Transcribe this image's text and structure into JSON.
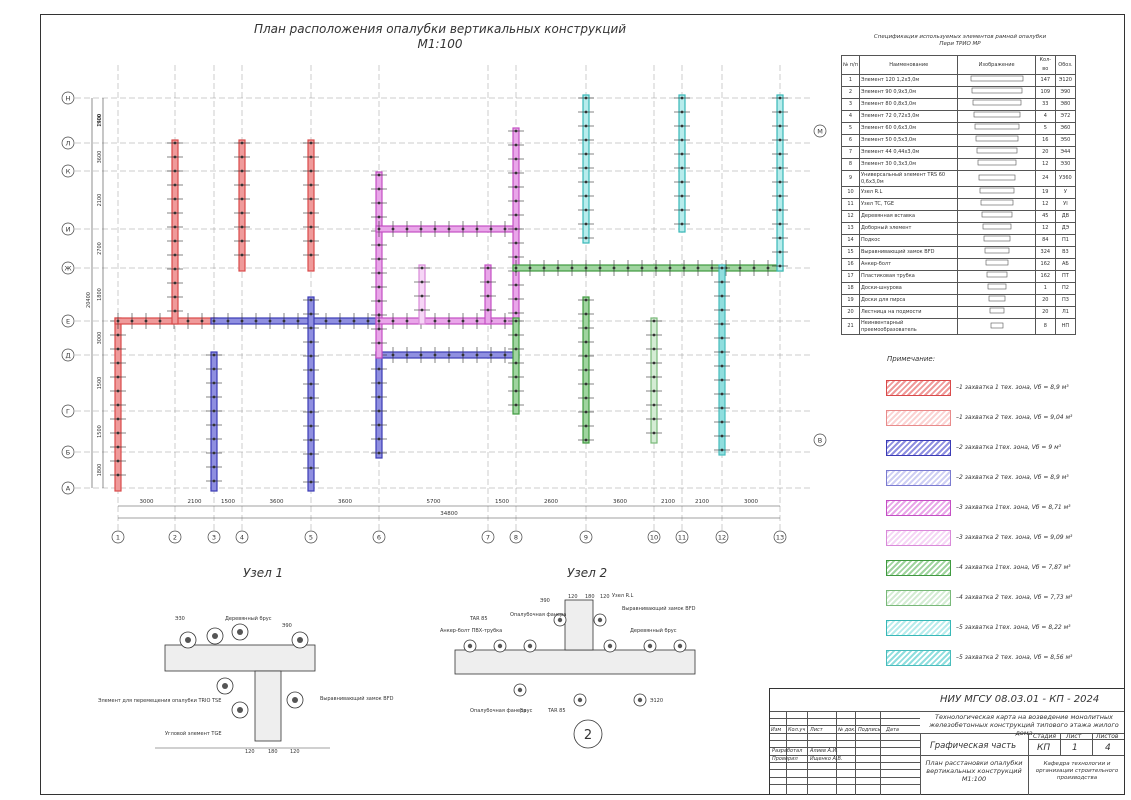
{
  "title": {
    "line1": "План расположения опалубки вертикальных конструкций",
    "line2": "М1:100"
  },
  "spec": {
    "title_line1": "Спецификация используемых элементов рамной опалубки",
    "title_line2": "Пери ТРИО МР",
    "headers": [
      "№ п/п",
      "Наименование",
      "Изображение",
      "Кол-во",
      "Обоз."
    ],
    "rows": [
      [
        "1",
        "Элемент 120 1,2х3,0м",
        "",
        "147",
        "Э120"
      ],
      [
        "2",
        "Элемент 90 0,9х3,0м",
        "",
        "109",
        "Э90"
      ],
      [
        "3",
        "Элемент 80 0,8х3,0м",
        "",
        "33",
        "Э80"
      ],
      [
        "4",
        "Элемент 72 0,72х3,0м",
        "",
        "4",
        "Э72"
      ],
      [
        "5",
        "Элемент 60 0,6х3,0м",
        "",
        "5",
        "Э60"
      ],
      [
        "6",
        "Элемент 50 0,5х3,0м",
        "",
        "16",
        "Э50"
      ],
      [
        "7",
        "Элемент 44 0,44х3,0м",
        "",
        "20",
        "Э44"
      ],
      [
        "8",
        "Элемент 30 0,3х3,0м",
        "",
        "12",
        "Э30"
      ],
      [
        "9",
        "Универсальный элемент TRS 60 0,6х3,0м",
        "",
        "24",
        "У360"
      ],
      [
        "10",
        "Узел R.L",
        "",
        "19",
        "У"
      ],
      [
        "11",
        "Узел TC, TGE",
        "",
        "12",
        "УI"
      ],
      [
        "12",
        "Деревянная вставка",
        "",
        "45",
        "ДВ"
      ],
      [
        "13",
        "Доборный элемент",
        "",
        "12",
        "ДЭ"
      ],
      [
        "14",
        "Подкос",
        "",
        "84",
        "П1"
      ],
      [
        "15",
        "Выравнивающий замок BFD",
        "",
        "324",
        "В3"
      ],
      [
        "16",
        "Анкер-болт",
        "",
        "162",
        "АБ"
      ],
      [
        "17",
        "Пластиковая трубка",
        "",
        "162",
        "ПТ"
      ],
      [
        "18",
        "Доски-шнурова",
        "",
        "1",
        "П2"
      ],
      [
        "19",
        "Доски для пирса",
        "",
        "20",
        "П3"
      ],
      [
        "20",
        "Лестница на подмости",
        "",
        "20",
        "Л1"
      ],
      [
        "21",
        "Неинвентарный преемообразователь",
        "",
        "8",
        "НП"
      ]
    ]
  },
  "note": {
    "title": "Примечание:"
  },
  "legend": [
    {
      "text": "–1 захватка 1 тех. зона, Vб = 8,9 м³",
      "color": "#d94a4a",
      "fill": "#ef9a9a"
    },
    {
      "text": "–1 захватка 2 тех. зона, Vб = 9,04 м³",
      "color": "#e88b8b",
      "fill": "#fbd3d3"
    },
    {
      "text": "–2 захватка 1тех. зона, Vб = 9 м³",
      "color": "#3b3bb5",
      "fill": "#8f8fe0"
    },
    {
      "text": "–2 захватка 2 тех. зона, Vб = 8,9 м³",
      "color": "#7b7bd0",
      "fill": "#cfcff4"
    },
    {
      "text": "–3 захватка 1тех. зона, Vб = 8,71 м³",
      "color": "#c44fc4",
      "fill": "#e9a6e9"
    },
    {
      "text": "–3 захватка 2 тех. зона, Vб = 9,09 м³",
      "color": "#d98ad9",
      "fill": "#f6d6f6"
    },
    {
      "text": "–4 захватка 1тех. зона, Vб = 7,87 м³",
      "color": "#3f9a3f",
      "fill": "#9fd49f"
    },
    {
      "text": "–4 захватка 2 тех. зона, Vб = 7,73 м³",
      "color": "#79b979",
      "fill": "#d4ecd4"
    },
    {
      "text": "–5 захватка 1тех. зона, Vб = 8,22 м³",
      "color": "#38b8b8",
      "fill": "#b7ecec"
    },
    {
      "text": "–5 захватка 2 тех. зона, Vб = 8,56 м³",
      "color": "#48bcbc",
      "fill": "#8fdede"
    }
  ],
  "axes": {
    "cols": [
      "1",
      "2",
      "3",
      "4",
      "5",
      "6",
      "7",
      "8",
      "9",
      "10",
      "11",
      "12",
      "13"
    ],
    "rows": [
      "Н",
      "Л",
      "К",
      "И",
      "Ж",
      "Е",
      "Д",
      "Г",
      "Б",
      "А"
    ],
    "rows_right": [
      "М",
      "В"
    ],
    "spans": [
      "3000",
      "2100",
      "1500",
      "3600",
      "3600",
      "5700",
      "1500",
      "2600",
      "3600",
      "2100",
      "2100",
      "3000"
    ],
    "total": "34800",
    "row_dims": [
      "2400",
      "1500",
      "3600",
      "2100",
      "2700",
      "1800",
      "3000",
      "1500",
      "1500",
      "1800"
    ],
    "total_v": "20400"
  },
  "nodes": {
    "node1": "Узел 1",
    "node2": "Узел 2",
    "circle": "2"
  },
  "node1_labels": [
    "Э30",
    "Деревянный брус",
    "Э90",
    "Элемент для перемещения опалубки TRIO TSE",
    "Угловой элемент TGE",
    "Выравнивающий замок BFD",
    "120",
    "180",
    "120"
  ],
  "node2_labels": [
    "Э90",
    "120",
    "180",
    "120",
    "Узел R.L",
    "Выравнивающий замок BFD",
    "TAR 85",
    "Опалубочная фанера",
    "Анкер-болт ПВХ-трубка",
    "Деревянный брус",
    "Э120",
    "Брус",
    "TAR 85",
    "Опалубочная фанера"
  ],
  "stamp": {
    "code": "НИУ МГСУ 08.03.01 - КП - 2024",
    "desc": "Технологическая карта на возведение монолитных железобетонных конструкций типового этажа жилого дома",
    "cols": [
      "Изм",
      "Кол.уч",
      "Лист",
      "№ док.",
      "Подпись",
      "Дата"
    ],
    "r1": "Разработал",
    "r1n": "Алиев А.И.",
    "r2": "Проверил",
    "r2n": "Ищенко А.В.",
    "part": "Графическая часть",
    "h_stage": "Стадия",
    "h_sheet": "Лист",
    "h_sheets": "Листов",
    "v_stage": "КП",
    "v_sheet": "1",
    "v_sheets": "4",
    "sheet_title": "План расстановки опалубки вертикальных конструкций М1:100",
    "dept": "Кафедра технологии и организации строительного производства"
  }
}
